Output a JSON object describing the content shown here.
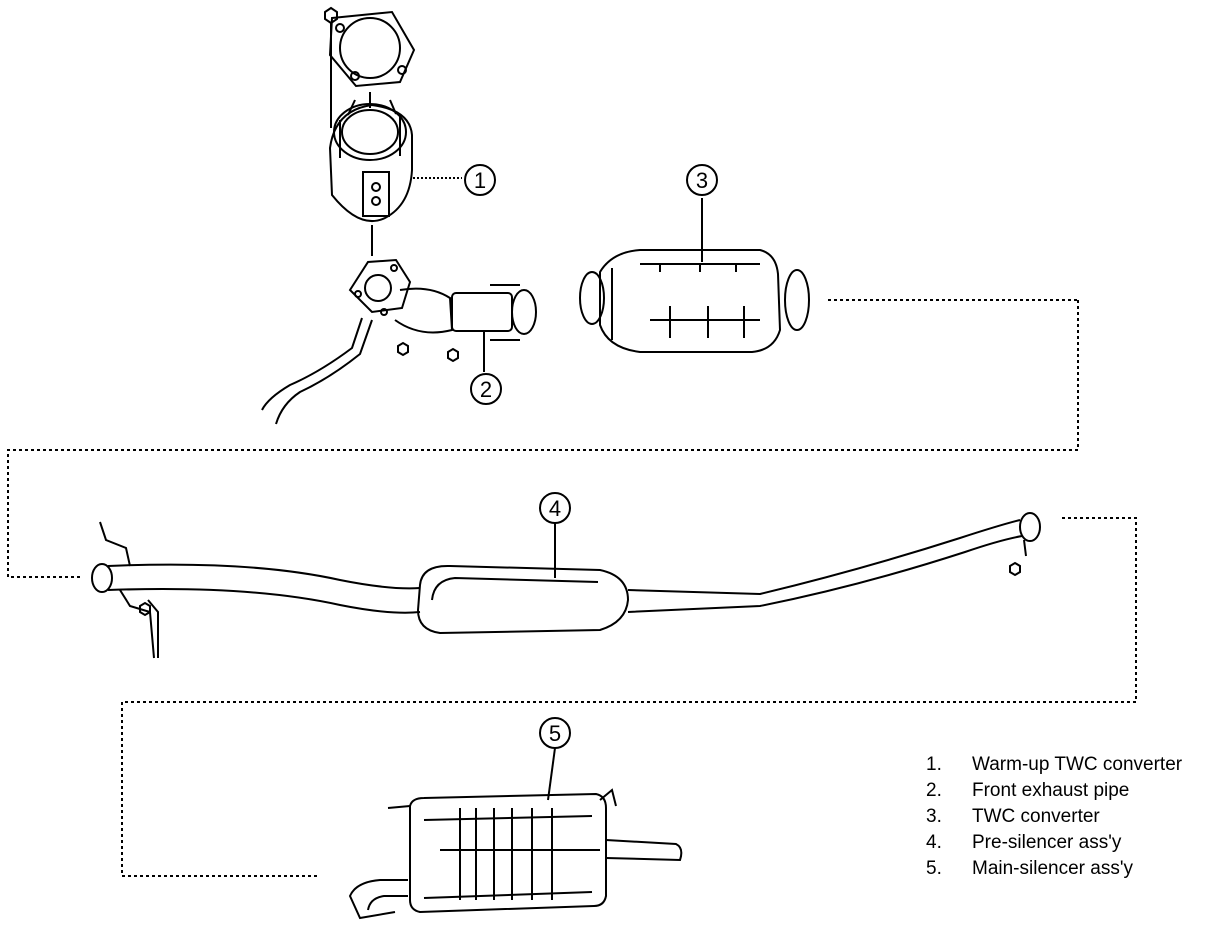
{
  "callouts": [
    {
      "id": "1",
      "label": "1"
    },
    {
      "id": "2",
      "label": "2"
    },
    {
      "id": "3",
      "label": "3"
    },
    {
      "id": "4",
      "label": "4"
    },
    {
      "id": "5",
      "label": "5"
    }
  ],
  "legend": [
    {
      "num": "1.",
      "text": "Warm-up TWC converter"
    },
    {
      "num": "2.",
      "text": "Front exhaust pipe"
    },
    {
      "num": "3.",
      "text": "TWC converter"
    },
    {
      "num": "4.",
      "text": "Pre-silencer ass'y"
    },
    {
      "num": "5.",
      "text": "Main-silencer ass'y"
    }
  ],
  "colors": {
    "line": "#000000",
    "background": "#ffffff"
  },
  "icons": [
    "circled-number-icon",
    "nut-icon",
    "gasket-icon"
  ]
}
